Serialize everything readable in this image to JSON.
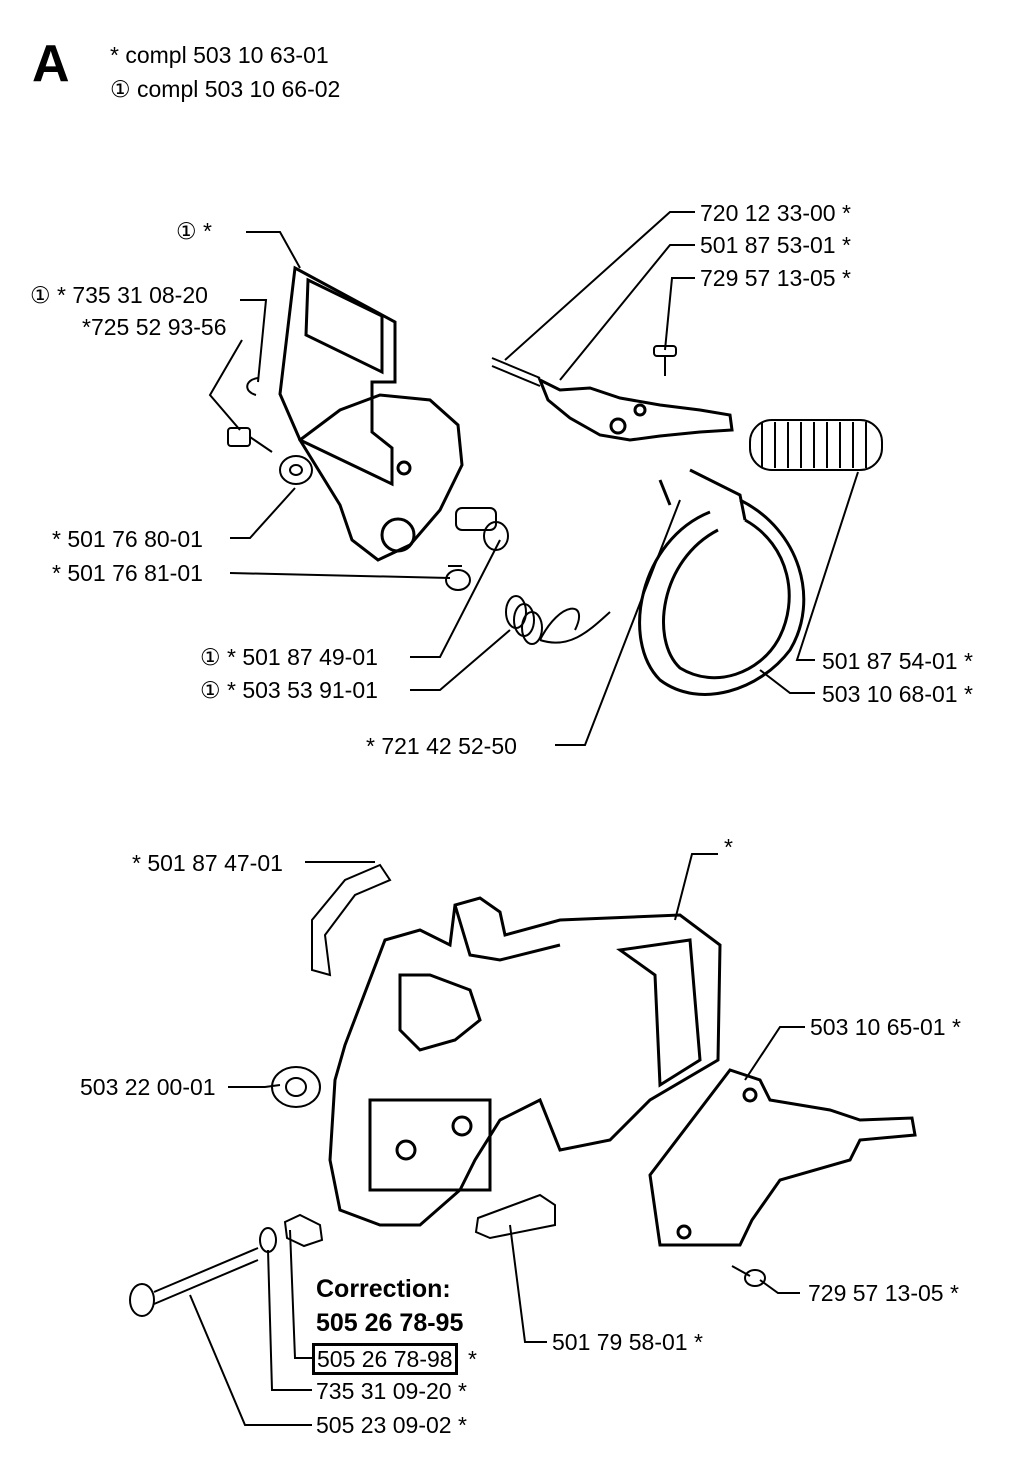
{
  "section_letter": "A",
  "compl_lines": [
    "*  compl 503 10 63-01",
    "① compl 503 10 66-02"
  ],
  "top_left_labels": [
    "①  *",
    "①  *  735 31 08-20",
    "*725 52 93-56",
    "*  501 76 80-01",
    "*  501 76 81-01",
    "①  *  501 87 49-01",
    "①  *  503 53 91-01",
    "*  721 42 52-50"
  ],
  "top_right_labels": [
    "720 12 33-00  *",
    "501 87 53-01  *",
    "729 57 13-05  *",
    "501 87 54-01  *",
    "503 10 68-01  *"
  ],
  "bottom_labels": [
    "*  501 87 47-01",
    "*",
    "503 10 65-01  *",
    "503 22 00-01",
    "729 57 13-05  *",
    "501 79 58-01  *",
    "735 31 09-20  *",
    "505 23 09-02  *"
  ],
  "correction": {
    "title": "Correction:",
    "number": "505 26 78-95",
    "old_number": "505 26 78-98",
    "old_suffix": "*"
  }
}
